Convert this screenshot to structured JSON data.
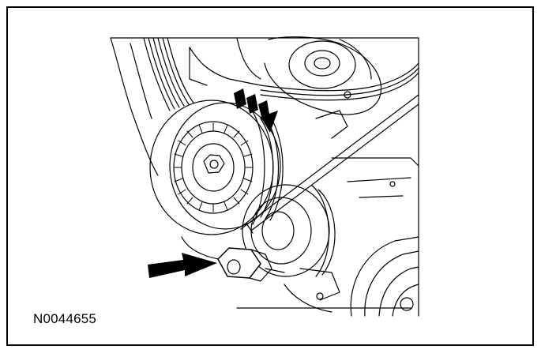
{
  "figure": {
    "id_label": "N0044655",
    "colors": {
      "ink": "#000000",
      "paper": "#ffffff"
    },
    "icons": [
      "belt-tensioner-pulley",
      "belt",
      "crankshaft-pulley",
      "tensioner-bolt",
      "arrow-dashed",
      "arrow-solid"
    ]
  }
}
